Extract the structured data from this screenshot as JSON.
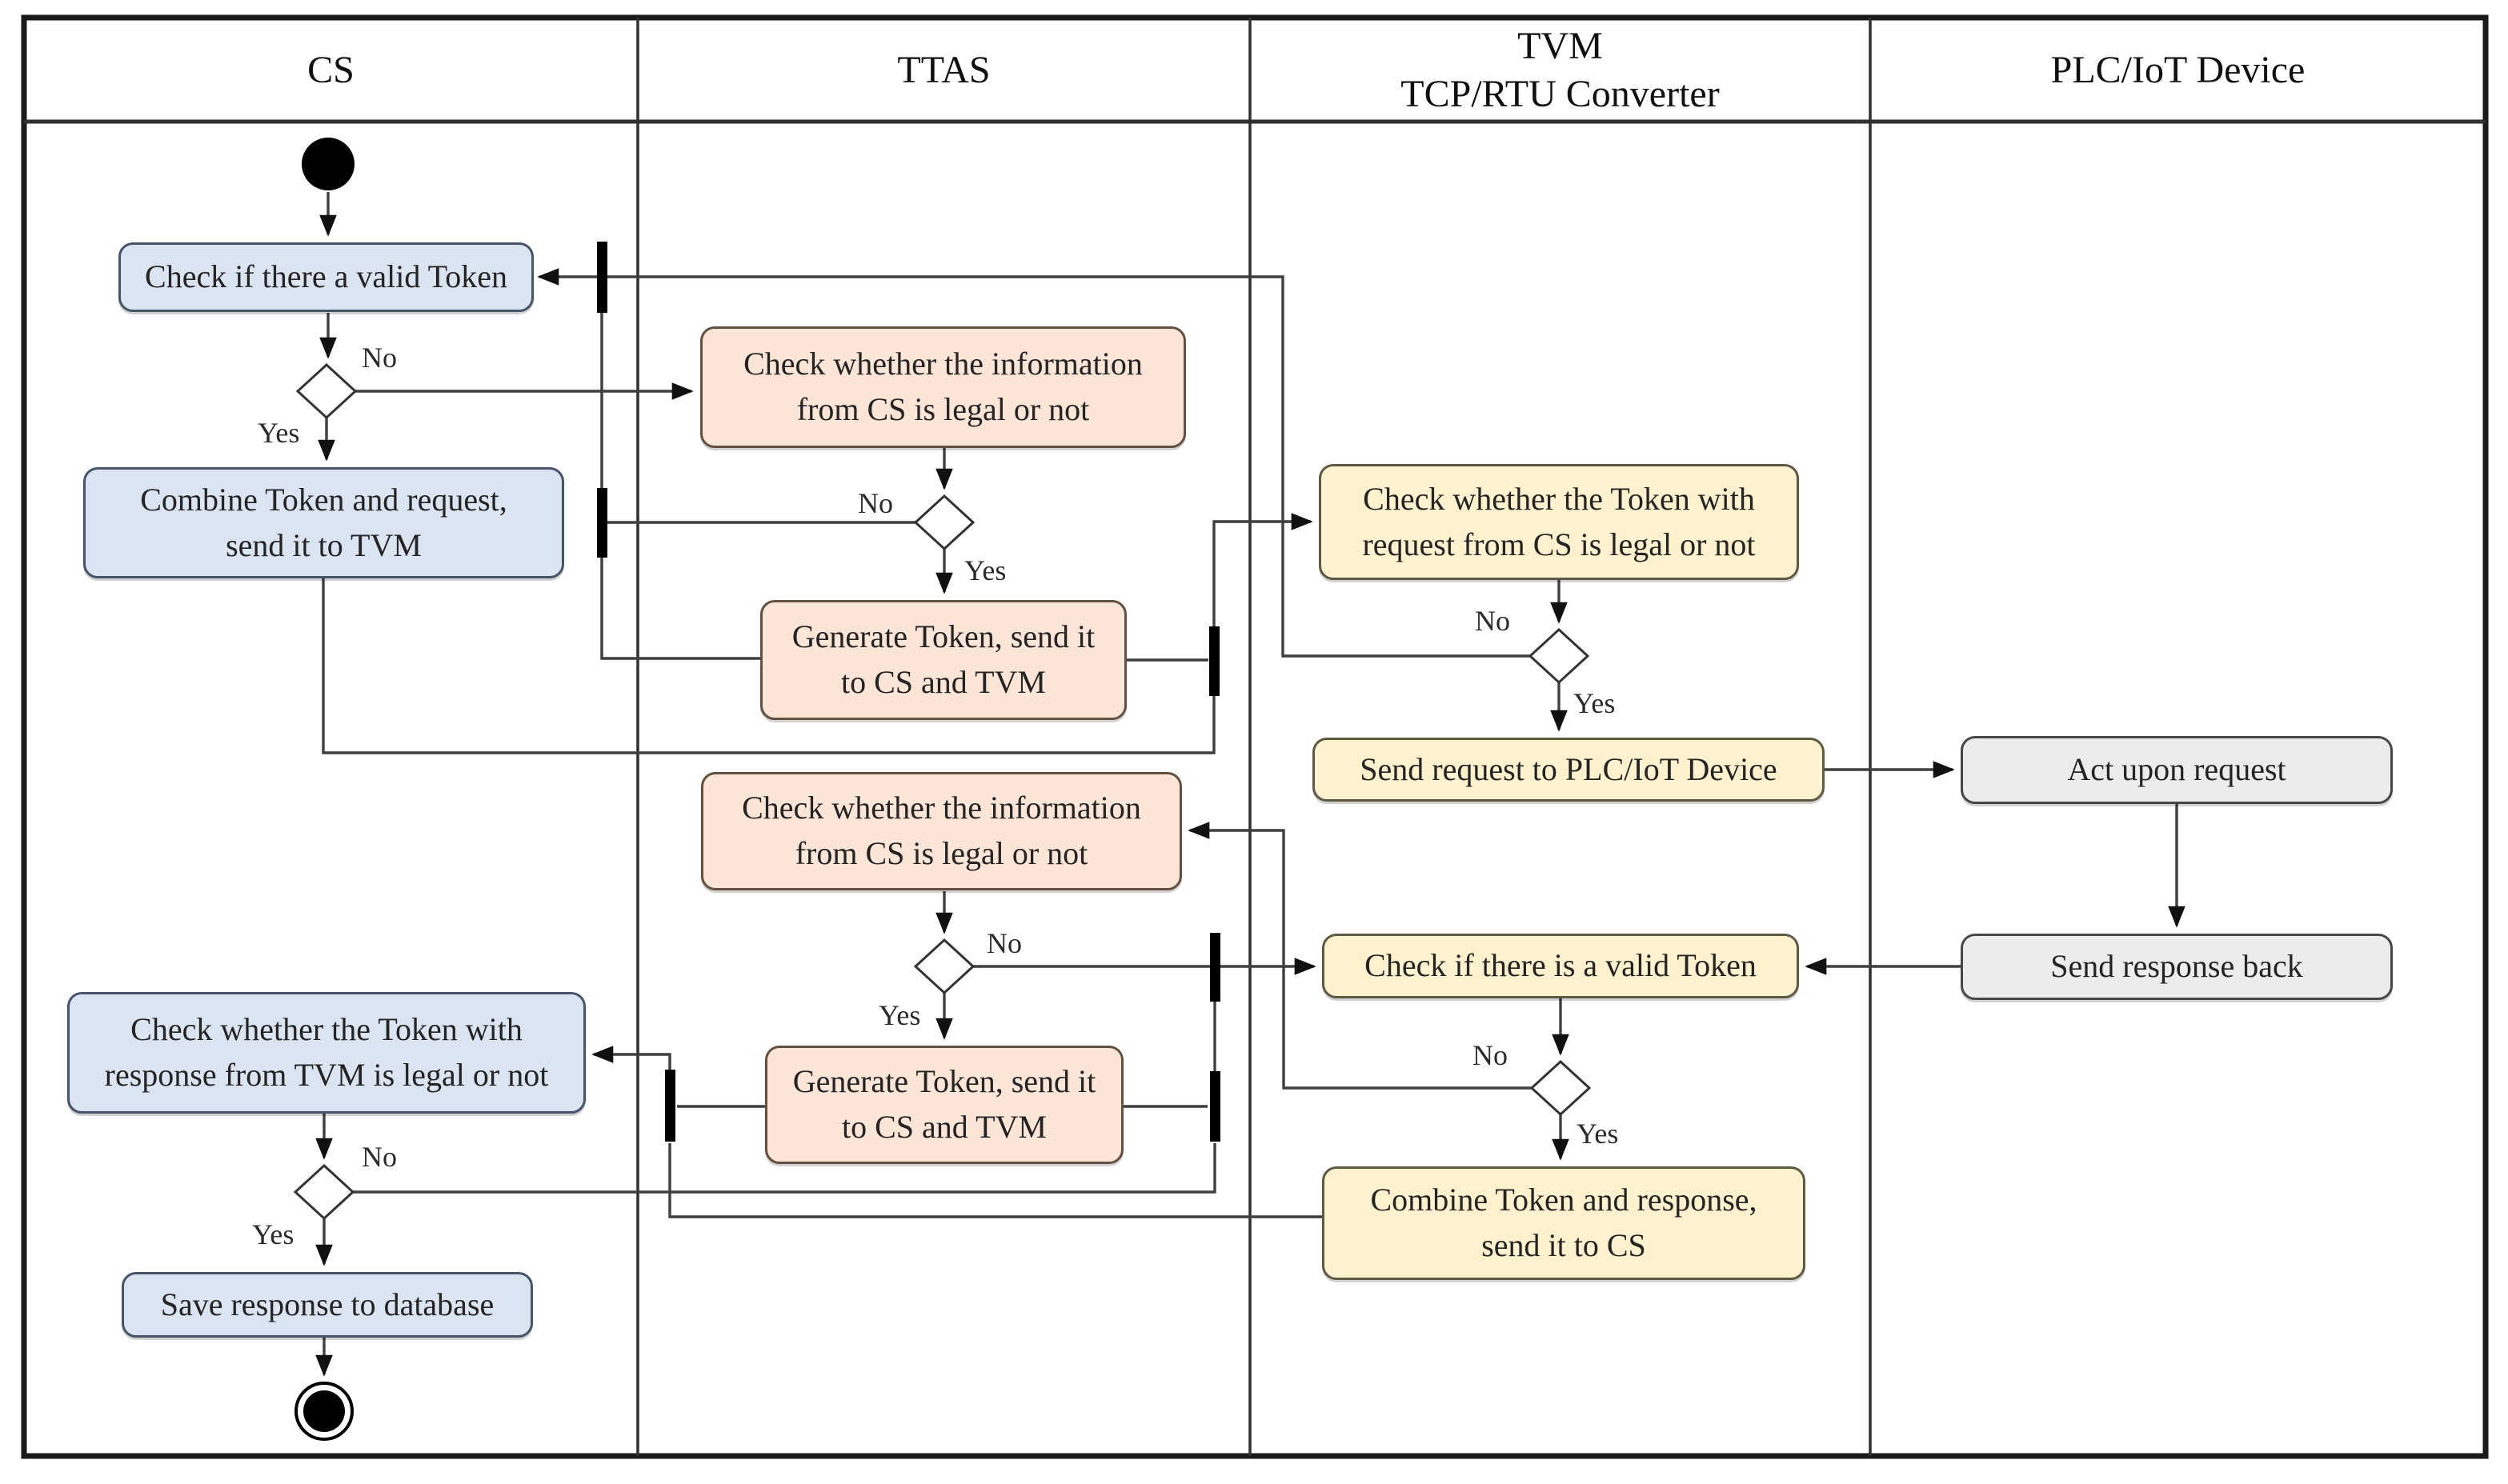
{
  "lanes": [
    {
      "title": "CS"
    },
    {
      "title": "TTAS"
    },
    {
      "title": "TVM\nTCP/RTU Converter"
    },
    {
      "title": "PLC/IoT Device"
    }
  ],
  "nodes": {
    "cs_check_valid_token": "Check if there a valid Token",
    "cs_combine_token_request": "Combine Token and request,\nsend it to TVM",
    "cs_check_token_response": "Check whether the Token with\nresponse from TVM is legal or not",
    "cs_save_response": "Save response to database",
    "ttas_check_info_1": "Check whether the information\nfrom CS is legal or not",
    "ttas_generate_token_1": "Generate Token, send it\nto CS and TVM",
    "ttas_check_info_2": "Check whether the information\nfrom CS is legal or not",
    "ttas_generate_token_2": "Generate Token, send it\nto CS and TVM",
    "tvm_check_token_request": "Check whether the Token with\nrequest from CS is legal or not",
    "tvm_send_request": "Send request to PLC/IoT Device",
    "tvm_check_valid_token": "Check if there is a valid Token",
    "tvm_combine_token_response": "Combine Token and response,\nsend it to CS",
    "plc_act_upon_request": "Act upon request",
    "plc_send_response": "Send response back"
  },
  "branch_labels": {
    "yes": "Yes",
    "no": "No"
  },
  "colors": {
    "cs_fill": "#dbe5f2",
    "ttas_fill": "#fbe5d6",
    "tvm_fill": "#fdf2cd",
    "plc_fill": "#ececec",
    "line": "#3f3f3f"
  }
}
